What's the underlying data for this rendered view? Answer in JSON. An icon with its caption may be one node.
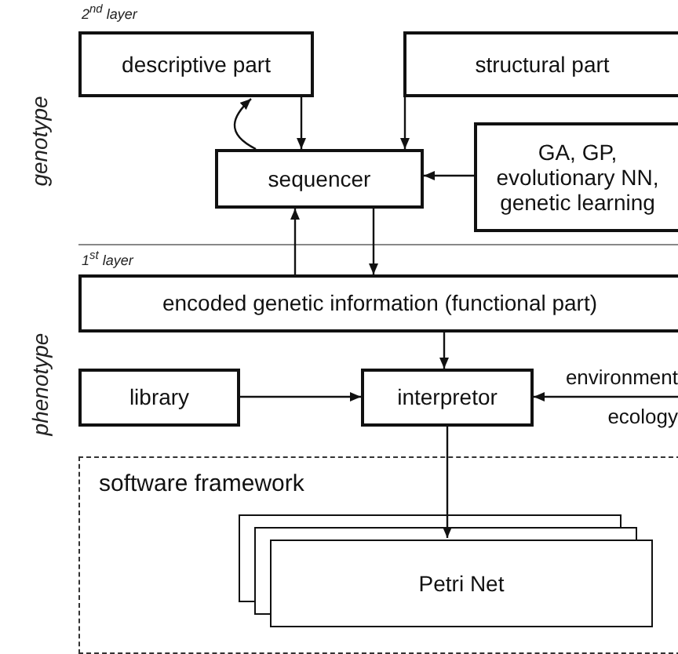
{
  "diagram": {
    "nodes": [
      {
        "text": [
          "descriptive part"
        ]
      },
      {
        "text": [
          "structural part"
        ]
      },
      {
        "text": [
          "sequencer"
        ]
      },
      {
        "text": [
          "GA, GP, evolutionary NN, genetic learning"
        ]
      },
      {
        "text": [
          "encoded genetic information (functional part)"
        ]
      },
      {
        "text": [
          "library"
        ]
      },
      {
        "text": [
          "interpretor"
        ]
      },
      {
        "text": [
          "environment",
          "ecology"
        ]
      },
      {
        "text": [
          "software framework"
        ]
      },
      {
        "text": [
          "Petri Net"
        ],
        "in": 8
      }
    ],
    "edges": [
      {
        "from": 0,
        "to": 2,
        "arrow": "to"
      },
      {
        "from": 1,
        "to": 2,
        "arrow": "to"
      },
      {
        "from": 3,
        "to": 2,
        "arrow": "to"
      },
      {
        "from": 2,
        "to": 0,
        "arrow": "to"
      },
      {
        "from": 4,
        "to": 2,
        "arrow": "to"
      },
      {
        "from": 2,
        "to": 4,
        "arrow": "to"
      },
      {
        "from": 4,
        "to": 6,
        "arrow": "to"
      },
      {
        "from": 5,
        "to": 6,
        "arrow": "to"
      },
      {
        "from": 7,
        "to": 6,
        "arrow": "to"
      },
      {
        "from": 6,
        "to": 9,
        "arrow": "to"
      }
    ],
    "labels": [
      "2$^{nd}$ layer",
      "genotype",
      "1$^{st}$ layer",
      "phenotype"
    ]
  }
}
